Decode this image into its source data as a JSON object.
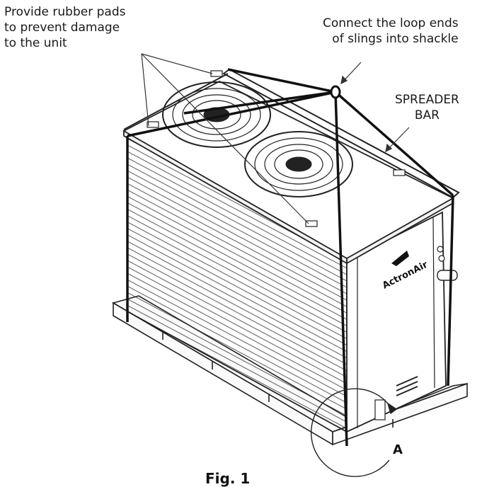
{
  "callouts": {
    "pads": [
      "Provide rubber pads",
      "to prevent damage",
      "to the unit"
    ],
    "shackle": [
      "Connect the loop ends",
      "of slings into shackle"
    ],
    "spreader": [
      "SPREADER",
      "BAR"
    ],
    "detail_marker": "A"
  },
  "unit": {
    "brand_logo": "ActronAir"
  },
  "figure": {
    "caption": "Fig. 1"
  }
}
